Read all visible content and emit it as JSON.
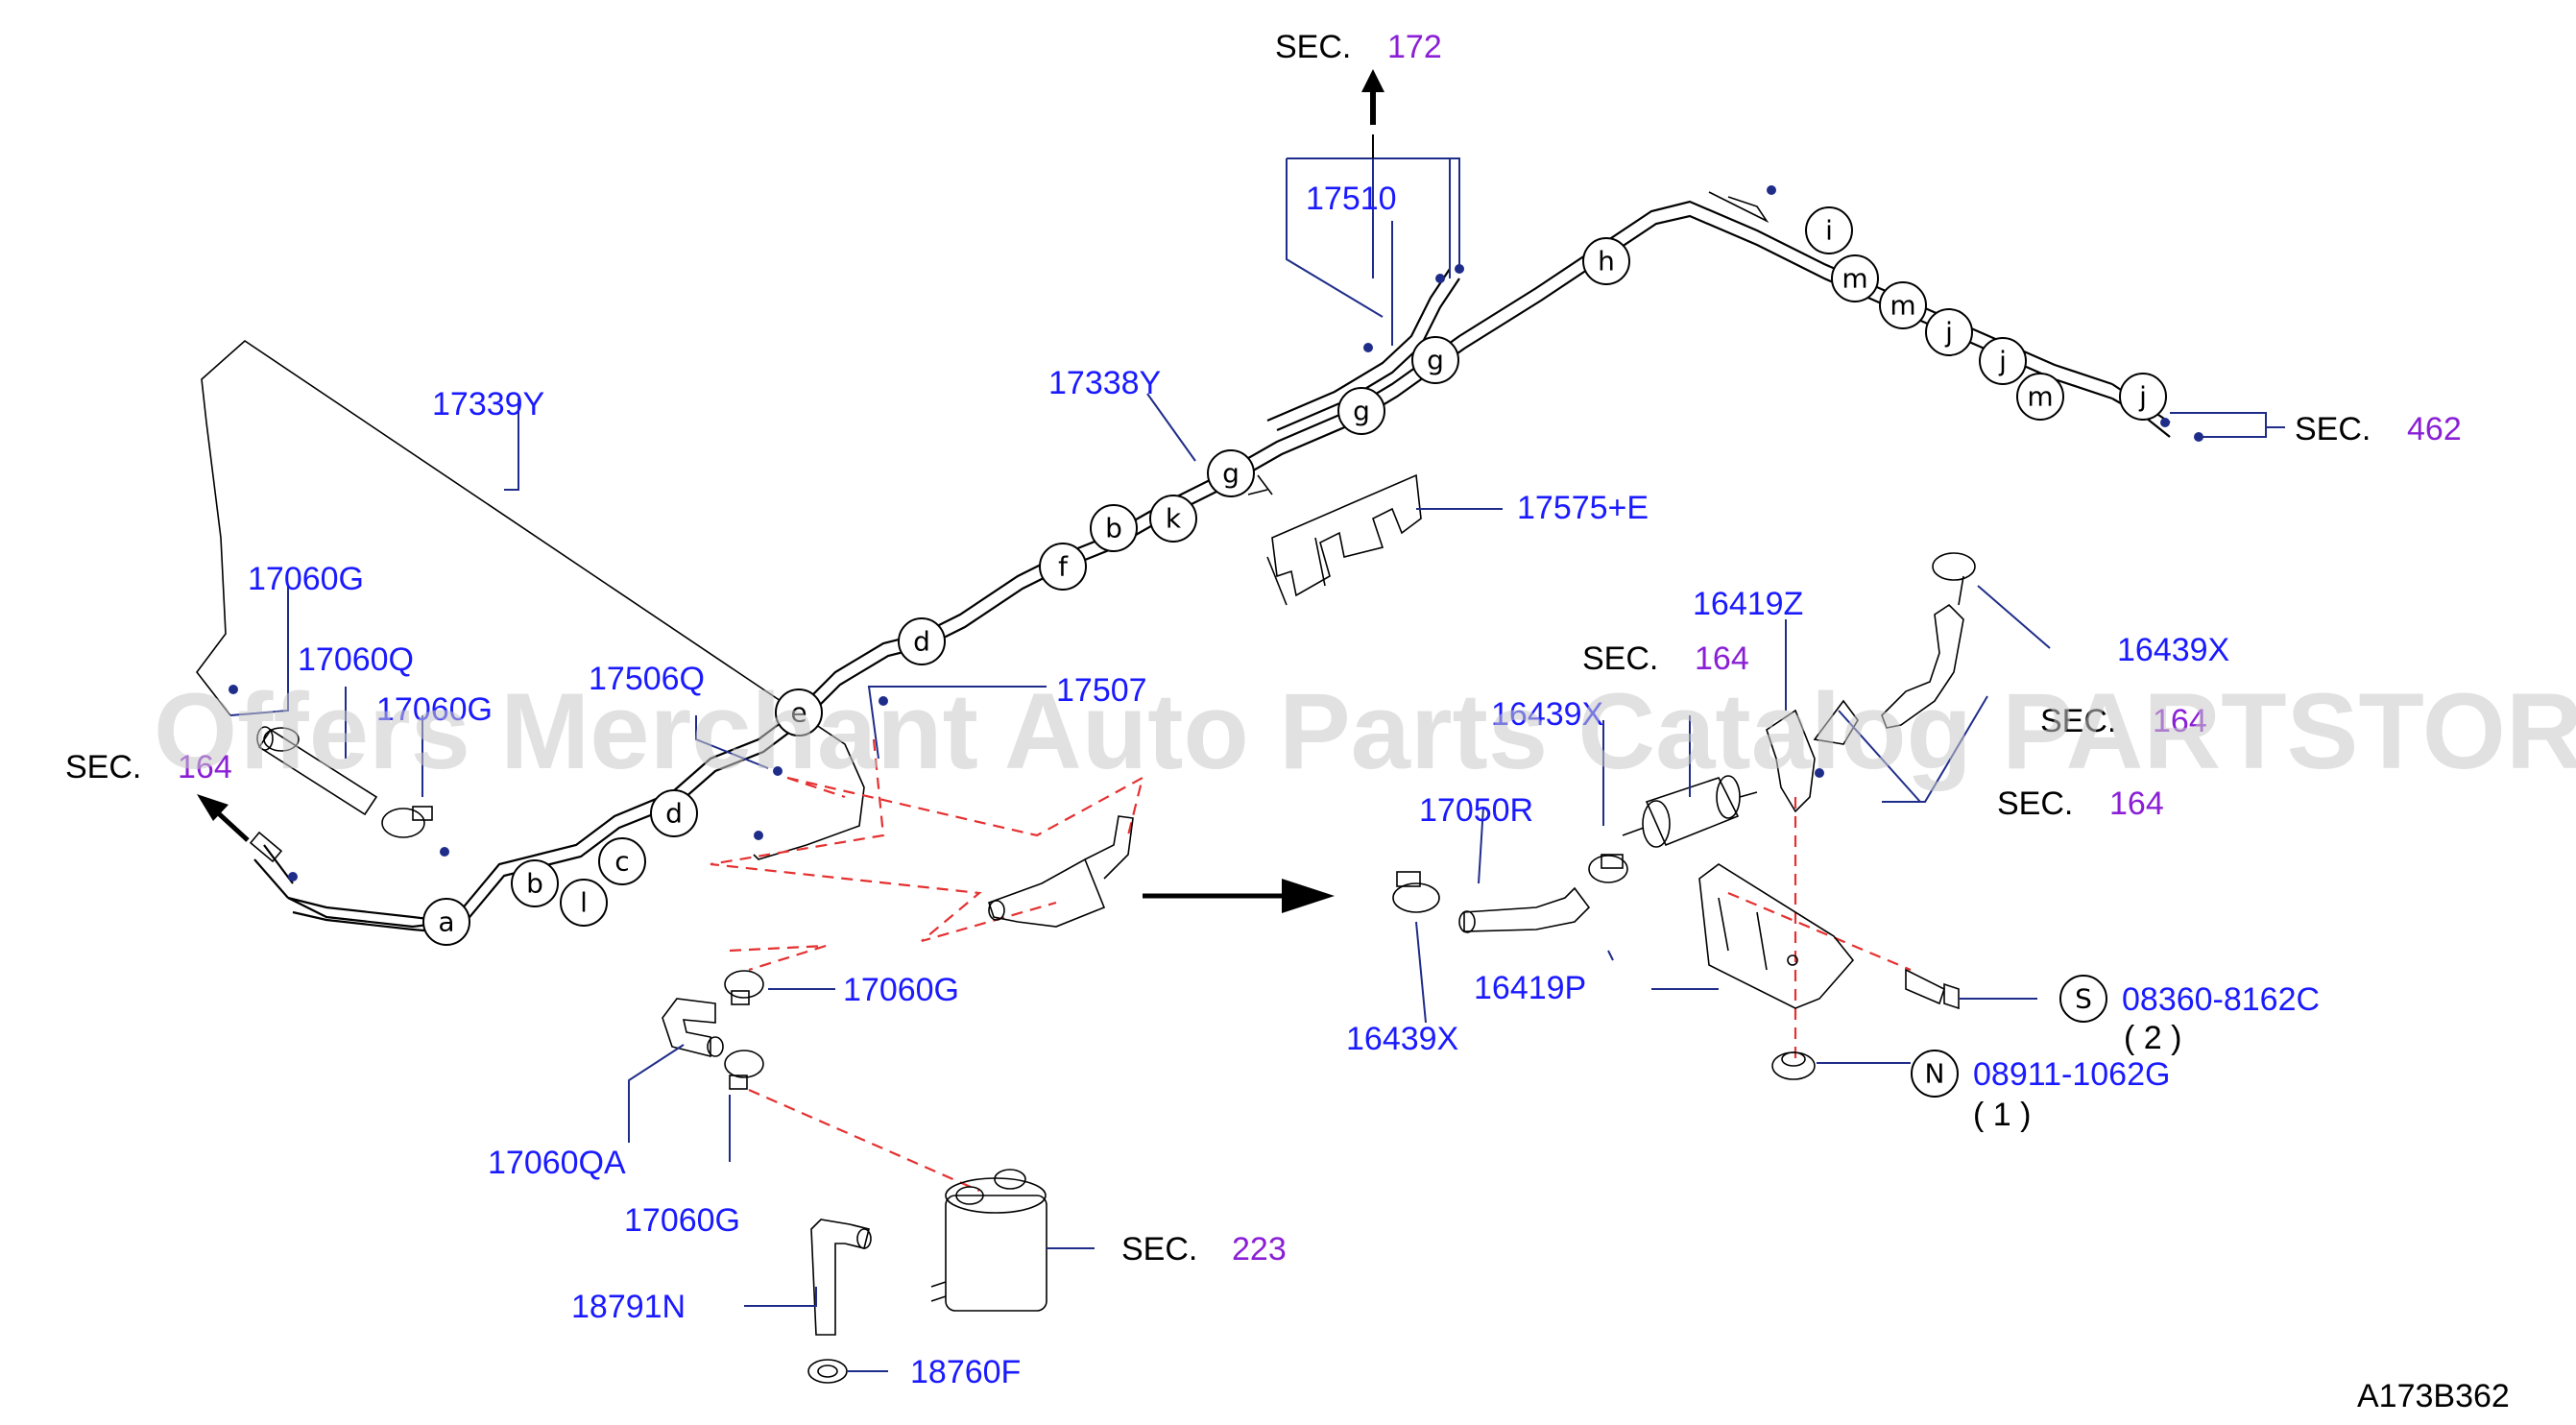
{
  "diagram_code": "A173B362",
  "watermark": "Offers Merchant Auto Parts Catalog PARTSTORE.SA",
  "colors": {
    "part_number": "#1a1aff",
    "section_number": "#8a1fd6",
    "reference_dash": "#e53030",
    "leader": "#1f2d8a"
  },
  "parts": {
    "p17339Y": "17339Y",
    "p17060G_a": "17060G",
    "p17060Q": "17060Q",
    "p17060G_b": "17060G",
    "p17506Q": "17506Q",
    "p17507": "17507",
    "p17338Y": "17338Y",
    "p17510": "17510",
    "p17575E": "17575+E",
    "p16419Z": "16419Z",
    "p16439X_a": "16439X",
    "p16439X_b": "16439X",
    "p17050R": "17050R",
    "p16419P": "16419P",
    "p16439X_c": "16439X",
    "p17060G_c": "17060G",
    "p17060QA": "17060QA",
    "p17060G_d": "17060G",
    "p18791N": "18791N",
    "p18760F": "18760F",
    "p08360": "08360-8162C",
    "p08911": "08911-1062G"
  },
  "quantities": {
    "q08360": "( 2 )",
    "q08911": "( 1 )"
  },
  "fastener_symbols": {
    "s": "S",
    "n": "N"
  },
  "section_refs": {
    "label": "SEC.",
    "sec172": "172",
    "sec462": "462",
    "sec164_left": "164",
    "sec164_mid": "164",
    "sec164_right": "164",
    "sec164_lower": "164",
    "sec223": "223"
  },
  "callouts": {
    "a": "a",
    "b": "b",
    "l": "l",
    "c": "c",
    "d1": "d",
    "e": "e",
    "d2": "d",
    "f": "f",
    "b2": "b",
    "k": "k",
    "g1": "g",
    "g2": "g",
    "g3": "g",
    "h": "h",
    "i": "i",
    "m1": "m",
    "m2": "m",
    "j1": "j",
    "j2": "j",
    "m3": "m",
    "j3": "j"
  },
  "icons": [
    "arrow-up-icon",
    "arrow-left-icon",
    "arrow-right-icon",
    "canister-icon",
    "fuel-filter-icon",
    "bracket-icon",
    "clamp-icon",
    "bolt-icon",
    "nut-icon"
  ]
}
